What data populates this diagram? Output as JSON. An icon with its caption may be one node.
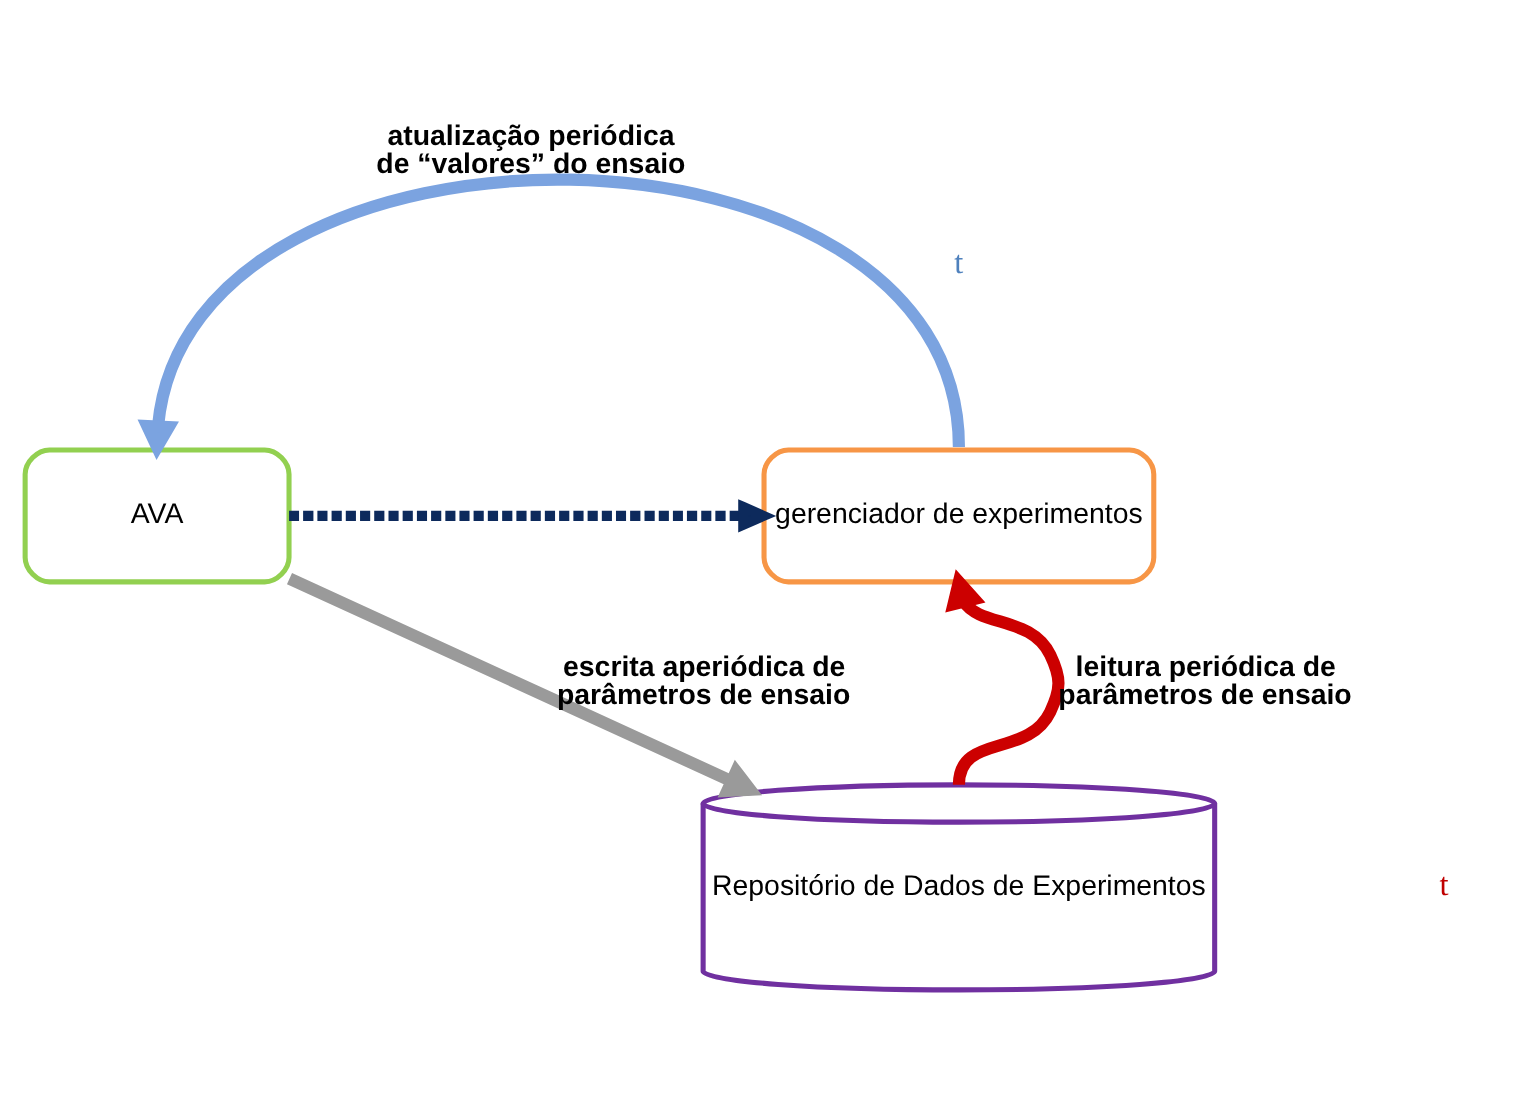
{
  "diagram": {
    "nodes": [
      {
        "text": [
          "AVA"
        ]
      },
      {
        "text": [
          "gerenciador de experimentos"
        ]
      },
      {
        "text": [
          "Repositório de Dados de Experimentos"
        ]
      }
    ],
    "edges": [
      {
        "from": 1,
        "to": 0,
        "arrow": "to",
        "label": "atualização periódica de “valores” do ensaio",
        "color": "#7ba3e0"
      },
      {
        "from": 0,
        "to": 1,
        "arrow": "to",
        "style": "dashed",
        "color": "#0d2a5c"
      },
      {
        "from": 0,
        "to": 2,
        "arrow": "to",
        "label": "escrita aperiódica de parâmetros de ensaio",
        "color": "#9a9a9a"
      },
      {
        "from": 2,
        "to": 1,
        "arrow": "to",
        "label": "leitura periódica de parâmetros de ensaio",
        "color": "#cc0000"
      }
    ],
    "labels": [
      "t",
      "t"
    ]
  }
}
